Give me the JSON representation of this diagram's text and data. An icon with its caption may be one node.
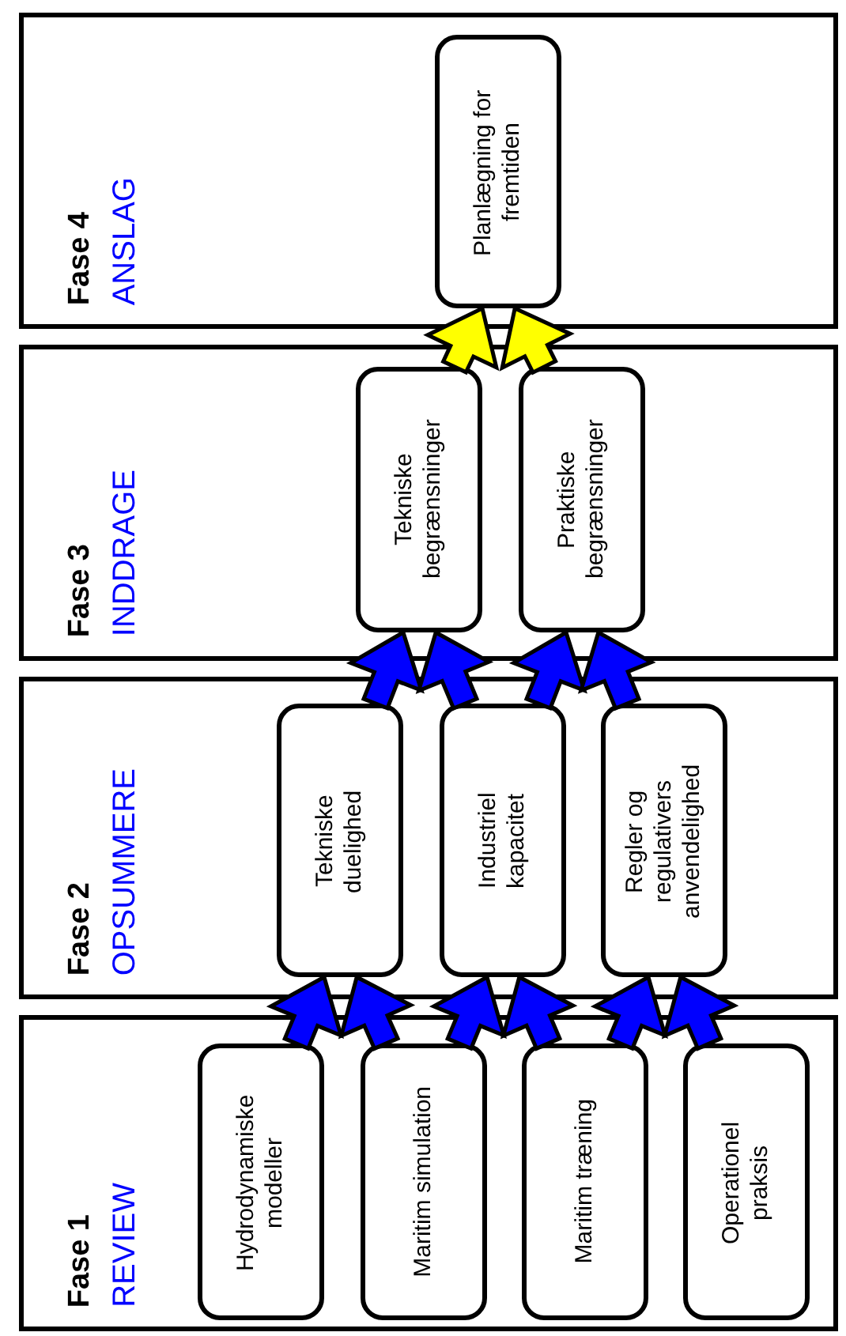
{
  "diagram": {
    "nodes": [
      {
        "text": [
          "Fase 1",
          "REVIEW"
        ]
      },
      {
        "text": [
          "Hydrodynamiske modeller"
        ],
        "in": 0
      },
      {
        "text": [
          "Maritim simulation"
        ],
        "in": 0
      },
      {
        "text": [
          "Maritim træning"
        ],
        "in": 0
      },
      {
        "text": [
          "Operationel praksis"
        ],
        "in": 0
      },
      {
        "text": [
          "Fase 2",
          "OPSUMMERE"
        ]
      },
      {
        "text": [
          "Tekniske duelighed"
        ],
        "in": 5
      },
      {
        "text": [
          "Industriel kapacitet"
        ],
        "in": 5
      },
      {
        "text": [
          "Regler og regulativers anvendelighed"
        ],
        "in": 5
      },
      {
        "text": [
          "Fase 3",
          "INDDRAGE"
        ]
      },
      {
        "text": [
          "Tekniske begrænsninger"
        ],
        "in": 9
      },
      {
        "text": [
          "Praktiske begrænsninger"
        ],
        "in": 9
      },
      {
        "text": [
          "Fase 4",
          "ANSLAG"
        ]
      },
      {
        "text": [
          "Planlægning for fremtiden"
        ],
        "in": 12
      }
    ],
    "edges": [
      {
        "from": 1,
        "to": 6,
        "arrow": "to"
      },
      {
        "from": 2,
        "to": 6,
        "arrow": "to"
      },
      {
        "from": 2,
        "to": 7,
        "arrow": "to"
      },
      {
        "from": 3,
        "to": 7,
        "arrow": "to"
      },
      {
        "from": 3,
        "to": 8,
        "arrow": "to"
      },
      {
        "from": 4,
        "to": 8,
        "arrow": "to"
      },
      {
        "from": 6,
        "to": 10,
        "arrow": "to"
      },
      {
        "from": 7,
        "to": 10,
        "arrow": "to"
      },
      {
        "from": 7,
        "to": 11,
        "arrow": "to"
      },
      {
        "from": 8,
        "to": 11,
        "arrow": "to"
      },
      {
        "from": 10,
        "to": 13,
        "arrow": "to",
        "color": "#ffff00"
      },
      {
        "from": 11,
        "to": 13,
        "arrow": "to",
        "color": "#ffff00"
      }
    ]
  }
}
